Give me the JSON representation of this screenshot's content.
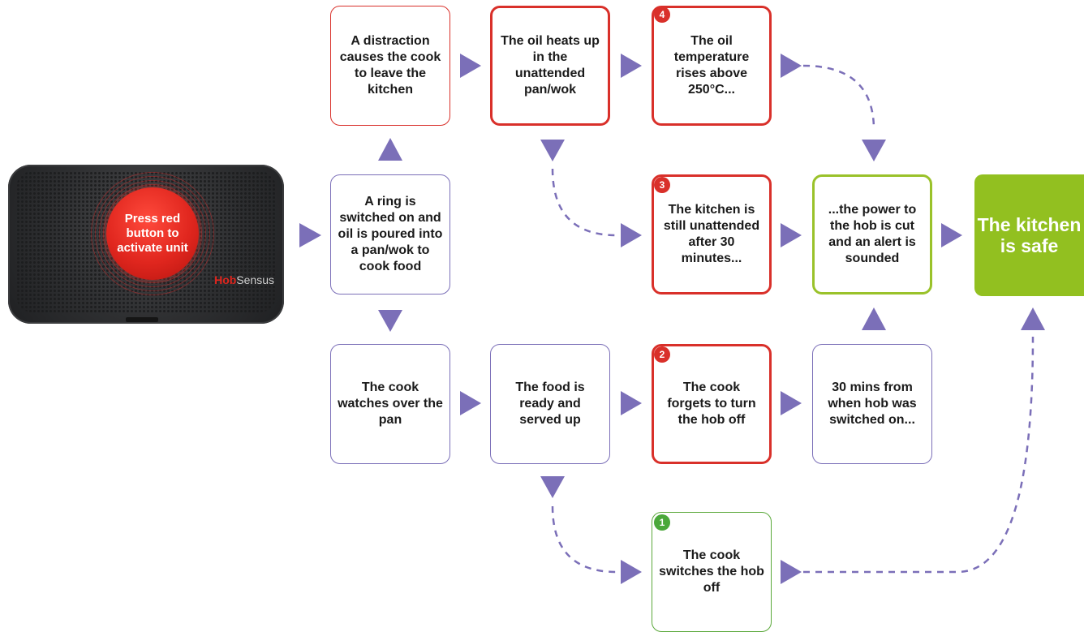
{
  "device": {
    "button_label": "Press red button to activate unit",
    "brand_part1": "Hob",
    "brand_part2": "Sensus"
  },
  "boxes": {
    "start": "A ring is switched on and oil is poured into a pan/wok to cook food",
    "distraction": "A distraction causes the cook to leave the kitchen",
    "oil_heats": "The oil heats up in the unattended pan/wok",
    "oil_temp": "The oil temperature rises above 250°C...",
    "still_unattended": "The kitchen is still unattended after 30 minutes...",
    "power_cut": "...the power to the hob is cut and an alert is sounded",
    "watches": "The cook watches over the pan",
    "served": "The food is ready and served up",
    "forgets": "The cook forgets to turn the hob off",
    "thirty_mins": "30 mins from when hob was switched on...",
    "switches_off": "The cook switches the hob off",
    "kitchen_safe": "The kitchen is safe"
  },
  "badges": {
    "b1": "1",
    "b2": "2",
    "b3": "3",
    "b4": "4"
  },
  "colors": {
    "arrow": "#7b6fb8",
    "alert_red": "#d9302a",
    "safe_green": "#92c020"
  }
}
